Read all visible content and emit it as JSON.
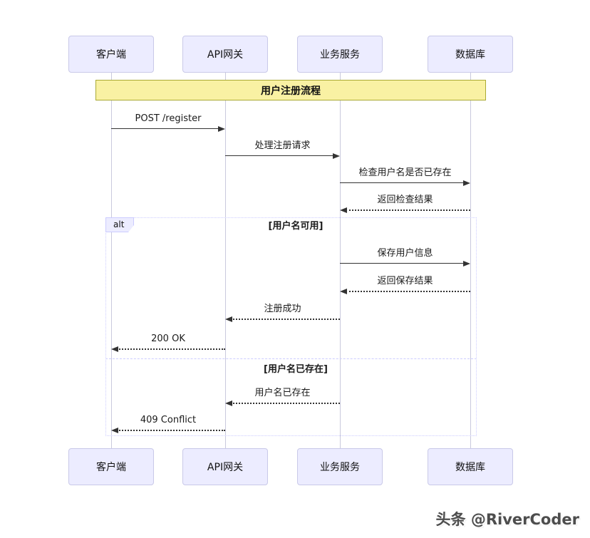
{
  "diagram": {
    "title": "用户注册流程",
    "participants": [
      {
        "id": "client",
        "label": "客户端"
      },
      {
        "id": "gateway",
        "label": "API网关"
      },
      {
        "id": "service",
        "label": "业务服务"
      },
      {
        "id": "db",
        "label": "数据库"
      }
    ],
    "messages": [
      {
        "from": "client",
        "to": "gateway",
        "text": "POST /register",
        "line": "solid"
      },
      {
        "from": "gateway",
        "to": "service",
        "text": "处理注册请求",
        "line": "solid"
      },
      {
        "from": "service",
        "to": "db",
        "text": "检查用户名是否已存在",
        "line": "solid"
      },
      {
        "from": "db",
        "to": "service",
        "text": "返回检查结果",
        "line": "dashed"
      },
      {
        "from": "service",
        "to": "db",
        "text": "保存用户信息",
        "line": "solid"
      },
      {
        "from": "db",
        "to": "service",
        "text": "返回保存结果",
        "line": "dashed"
      },
      {
        "from": "service",
        "to": "gateway",
        "text": "注册成功",
        "line": "dashed"
      },
      {
        "from": "gateway",
        "to": "client",
        "text": "200 OK",
        "line": "dashed"
      },
      {
        "from": "service",
        "to": "gateway",
        "text": "用户名已存在",
        "line": "dashed"
      },
      {
        "from": "gateway",
        "to": "client",
        "text": "409 Conflict",
        "line": "dashed"
      }
    ],
    "alt_frame": {
      "label": "alt",
      "conditions": [
        "[用户名可用]",
        "[用户名已存在]"
      ]
    },
    "colors": {
      "participant_fill": "#ECECFF",
      "participant_border": "#C9C9E8",
      "title_fill": "#F9F1A3",
      "title_border": "#AAAA33",
      "frame_border": "#CCCCFF",
      "arrow": "#333333",
      "lifeline": "#C9C9DD"
    },
    "watermark": "头条 @RiverCoder"
  }
}
